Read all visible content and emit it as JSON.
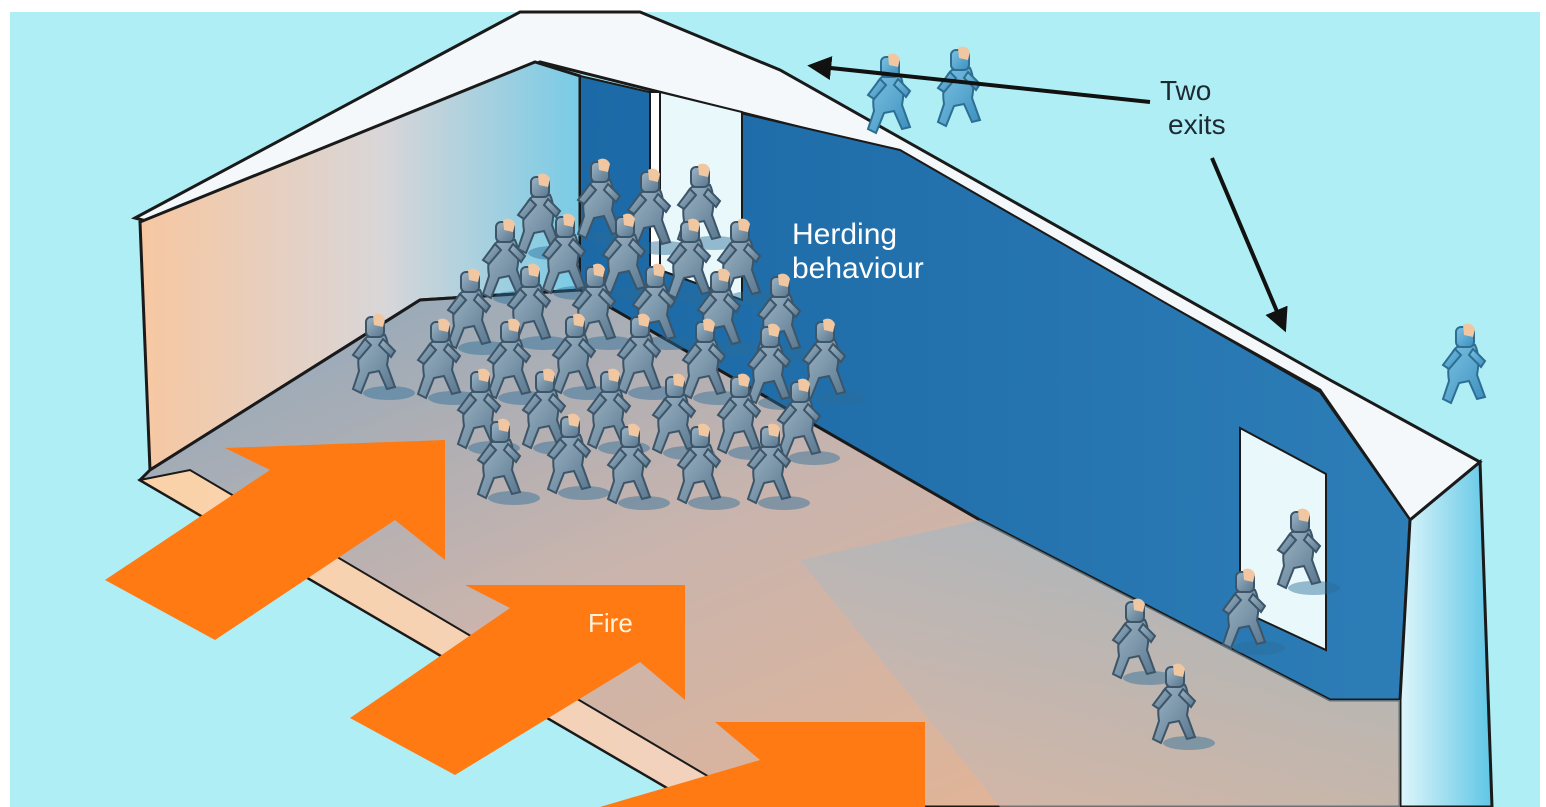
{
  "labels": {
    "herding_line1": "Herding",
    "herding_line2": "behaviour",
    "exits_line1": "Two",
    "exits_line2": "exits",
    "fire": "Fire"
  },
  "colors": {
    "sky": "#aeeef4",
    "wall_dark_blue": "#1a6aa6",
    "fire_orange": "#ff7a12",
    "floor_warm": "#f3c7a0",
    "person_body": "#6f8ea6"
  }
}
